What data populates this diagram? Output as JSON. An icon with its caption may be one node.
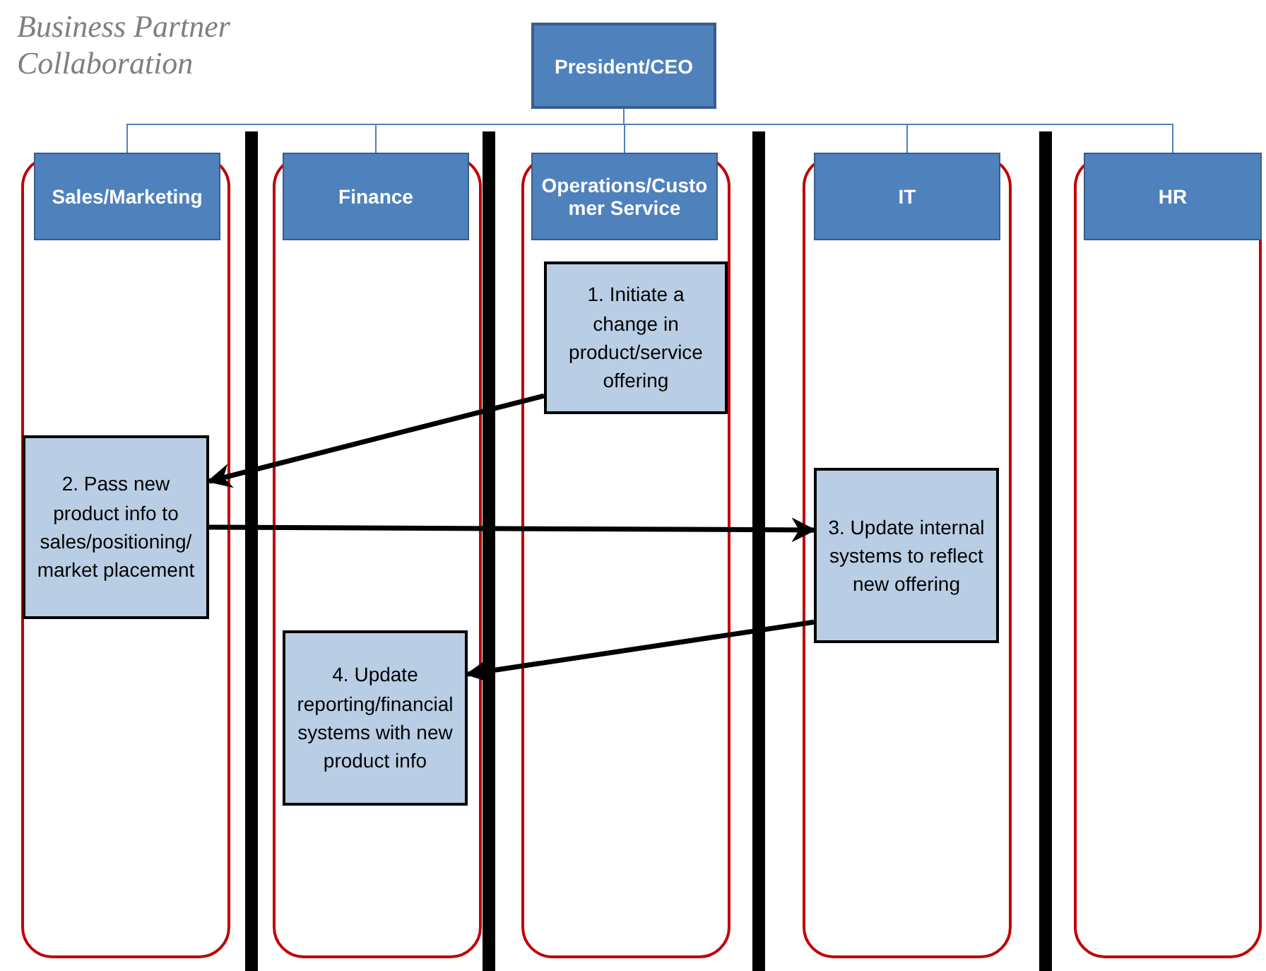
{
  "diagram": {
    "title": "Business Partner Collaboration",
    "nodes": [
      {
        "text": [
          "President/CEO"
        ]
      },
      {
        "text": [],
        "shape": "box"
      },
      {
        "text": [
          "Sales/Marketing"
        ],
        "in": 1
      },
      {
        "text": [],
        "shape": "box"
      },
      {
        "text": [
          "Finance"
        ],
        "in": 3
      },
      {
        "text": [],
        "shape": "box"
      },
      {
        "text": [
          "Operations/Customer Service"
        ],
        "in": 5
      },
      {
        "text": [],
        "shape": "box"
      },
      {
        "text": [
          "IT"
        ],
        "in": 7
      },
      {
        "text": [],
        "shape": "box"
      },
      {
        "text": [
          "HR"
        ],
        "in": 9
      },
      {
        "text": [
          "1. Initiate a change in product/service offering"
        ],
        "in": 5
      },
      {
        "text": [
          "2. Pass new product info to sales/positioning/market placement"
        ],
        "in": 1
      },
      {
        "text": [
          "3. Update internal systems to reflect new offering"
        ],
        "in": 7
      },
      {
        "text": [
          "4. Update reporting/financial systems with new product info"
        ],
        "in": 3
      }
    ],
    "edges": [
      {
        "from": 0,
        "to": 2,
        "arrow": "none",
        "color": "#4f81bd"
      },
      {
        "from": 0,
        "to": 4,
        "arrow": "none",
        "color": "#4f81bd"
      },
      {
        "from": 0,
        "to": 6,
        "arrow": "none",
        "color": "#4f81bd"
      },
      {
        "from": 0,
        "to": 8,
        "arrow": "none",
        "color": "#4f81bd"
      },
      {
        "from": 0,
        "to": 10,
        "arrow": "none",
        "color": "#4f81bd"
      },
      {
        "from": 11,
        "to": 12,
        "arrow": "to",
        "style": "thick",
        "color": "#000000"
      },
      {
        "from": 12,
        "to": 13,
        "arrow": "to",
        "style": "thick",
        "color": "#000000"
      },
      {
        "from": 13,
        "to": 14,
        "arrow": "to",
        "style": "thick",
        "color": "#000000"
      }
    ]
  }
}
